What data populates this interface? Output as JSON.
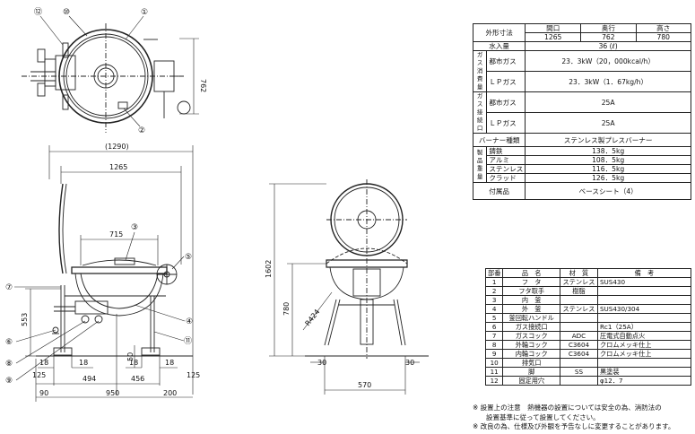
{
  "top_view": {
    "dim_depth": "762",
    "callouts": [
      "⑫",
      "⑩",
      "①",
      "②"
    ]
  },
  "front_view": {
    "dims": {
      "overall": "(1290)",
      "width": "1265",
      "inner": "715",
      "height": "553",
      "b1": "18",
      "b2": "18",
      "b3": "18",
      "b4": "18",
      "off1": "125",
      "off2": "125",
      "h50": "50",
      "s494": "494",
      "s456": "456",
      "s90": "90",
      "s950": "950",
      "s200": "200"
    },
    "callouts": [
      "③",
      "⑤",
      "⑦",
      "⑥",
      "⑧",
      "⑨",
      "④",
      "⑪"
    ]
  },
  "side_view": {
    "dims": {
      "h1602": "1602",
      "h780": "780",
      "r424": "R424",
      "w570": "570",
      "l30": "30",
      "r30": "30"
    }
  },
  "spec_table": {
    "hdr_label": "外形寸法",
    "hdr_cols": [
      "間口",
      "奥行",
      "高さ"
    ],
    "hdr_vals": [
      "1265",
      "762",
      "780"
    ],
    "water": "水入量",
    "water_val": "36 (ℓ)",
    "gas_consumption": "ガス消費量",
    "city_gas": "都市ガス",
    "lp_gas": "ＬＰガス",
    "cons_city": "23．3kW（20，000kcal/h）",
    "cons_lp": "23．3kW（1．67kg/h）",
    "gas_conn": "ガス接続口",
    "conn_city": "25A",
    "conn_lp": "25A",
    "burner": "バーナー種類",
    "burner_val": "ステンレス製プレスバーナー",
    "weight": "製品重量",
    "weights": [
      {
        "mat": "鋳鉄",
        "val": "138．5kg"
      },
      {
        "mat": "アルミ",
        "val": "108．5kg"
      },
      {
        "mat": "ステンレス",
        "val": "116．5kg"
      },
      {
        "mat": "クラッド",
        "val": "126．5kg"
      }
    ],
    "accessory": "付属品",
    "accessory_val": "ベースシート（4）"
  },
  "parts_table": {
    "headers": [
      "部番",
      "品　名",
      "材　質",
      "備　考"
    ],
    "rows": [
      [
        "1",
        "フ　タ",
        "ステンレス",
        "SUS430"
      ],
      [
        "2",
        "フタ取手",
        "樹脂",
        ""
      ],
      [
        "3",
        "内　釜",
        "",
        ""
      ],
      [
        "4",
        "外　釜",
        "ステンレス",
        "SUS430/304"
      ],
      [
        "5",
        "釜回転ハンドル",
        "",
        ""
      ],
      [
        "6",
        "ガス接続口",
        "",
        "Rc1（25A）"
      ],
      [
        "7",
        "ガスコック",
        "ADC",
        "圧電式自動点火"
      ],
      [
        "8",
        "外輪コック",
        "C3604",
        "クロムメッキ仕上"
      ],
      [
        "9",
        "内輪コック",
        "C3604",
        "クロムメッキ仕上"
      ],
      [
        "10",
        "排気口",
        "",
        ""
      ],
      [
        "11",
        "脚",
        "SS",
        "黒塗装"
      ],
      [
        "12",
        "固定用穴",
        "",
        "φ12．7"
      ]
    ]
  },
  "notes": [
    "※ 設置上の注意　熱機器の設置については安全の為、消防法の",
    "　　設置基準に従って設置してください。",
    "※ 改良の為、仕様及び外観を予告なしに変更することがあります。"
  ]
}
